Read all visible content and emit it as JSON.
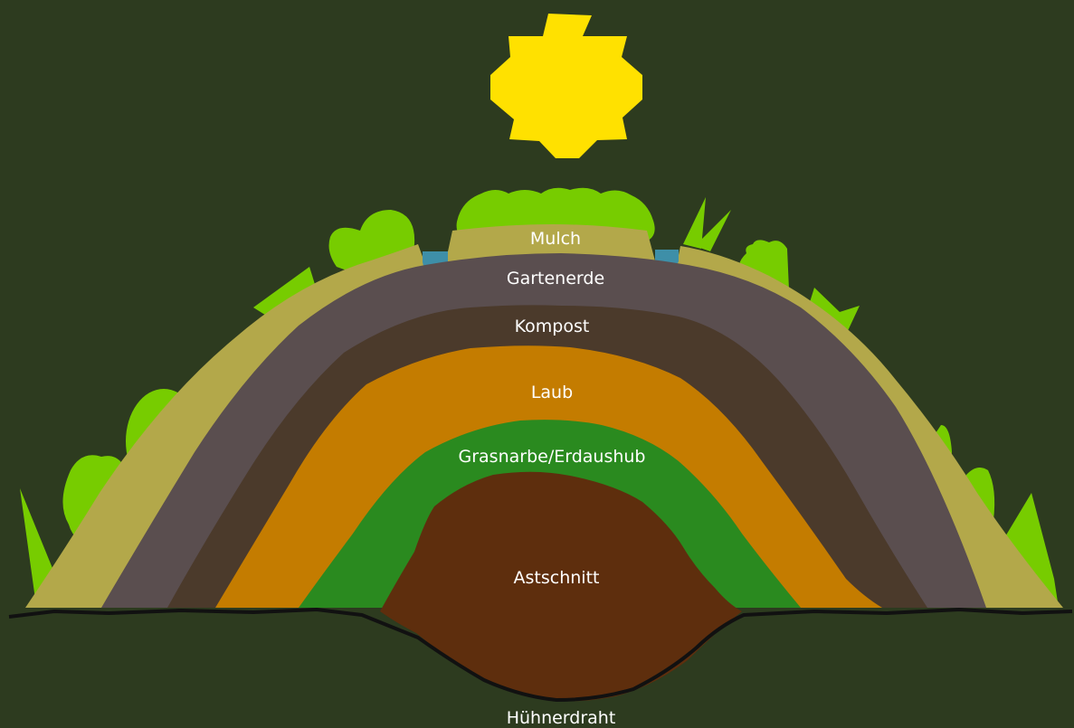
{
  "diagram": {
    "layers": [
      {
        "id": "mulch",
        "label": "Mulch",
        "color": "#b3a84a"
      },
      {
        "id": "gartenerde",
        "label": "Gartenerde",
        "color": "#5a4e4f"
      },
      {
        "id": "kompost",
        "label": "Kompost",
        "color": "#4b3a2b"
      },
      {
        "id": "laub",
        "label": "Laub",
        "color": "#c47c00"
      },
      {
        "id": "grasnarbe",
        "label": "Grasnarbe/Erdaushub",
        "color": "#2a8a1f"
      },
      {
        "id": "astschnitt",
        "label": "Astschnitt",
        "color": "#5e2e0d"
      }
    ],
    "base_label": "Hühnerdraht",
    "colors": {
      "background": "#2d3b1f",
      "sun": "#ffe100",
      "plants": "#77cc00",
      "water": "#3e8fa8",
      "ground_line": "#111111"
    }
  }
}
